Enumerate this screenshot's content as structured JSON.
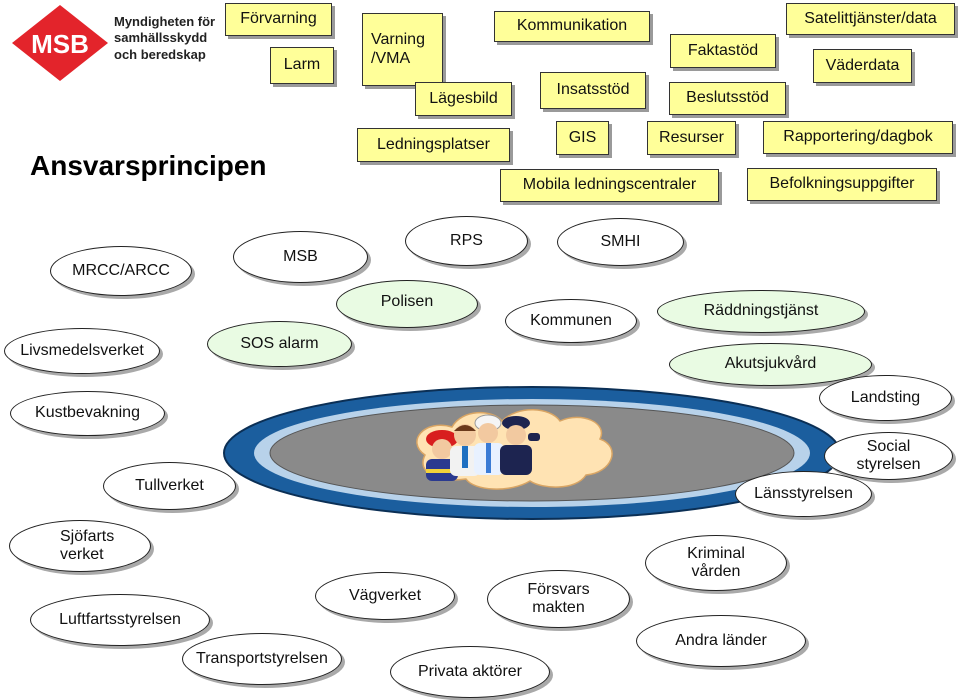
{
  "logo": {
    "abbr": "MSB",
    "text": "Myndigheten för\nsamhällsskydd\noch beredskap",
    "color": "#e3242b"
  },
  "title": "Ansvarsprincipen",
  "boxes": {
    "forvarning": "Förvarning",
    "larm": "Larm",
    "varning": "Varning\n/VMA",
    "lagesbild": "Lägesbild",
    "kommunikation": "Kommunikation",
    "insatsstod": "Insatsstöd",
    "faktastod": "Faktastöd",
    "beslutsstod": "Beslutsstöd",
    "satellit": "Satelittjänster/data",
    "vaderdata": "Väderdata",
    "ledningsplatser": "Ledningsplatser",
    "gis": "GIS",
    "resurser": "Resurser",
    "rapportering": "Rapportering/dagbok",
    "mobila": "Mobila ledningscentraler",
    "befolkning": "Befolkningsuppgifter"
  },
  "actors": {
    "mrcc": "MRCC/ARCC",
    "msb": "MSB",
    "rps": "RPS",
    "smhi": "SMHI",
    "polisen": "Polisen",
    "kommunen": "Kommunen",
    "raddning": "Räddningstjänst",
    "livsmedel": "Livsmedelsverket",
    "sosalarm": "SOS alarm",
    "akutsjukvard": "Akutsjukvård",
    "landsting": "Landsting",
    "kustbevakning": "Kustbevakning",
    "social": "Social\nstyrelsen",
    "tullverket": "Tullverket",
    "lansstyrelsen": "Länsstyrelsen",
    "sjofart": "Sjöfarts\nverket",
    "kriminal": "Kriminal\nvården",
    "forsvar": "Försvars\nmakten",
    "vagverket": "Vägverket",
    "luftfart": "Luftfartsstyrelsen",
    "andra": "Andra länder",
    "transport": "Transportstyrelsen",
    "privata": "Privata aktörer"
  },
  "colors": {
    "box_fill": "#ffff99",
    "green_fill": "#e9fbe3",
    "ring_blue": "#1b5e9e",
    "cloud_fill": "#ffe3b3"
  }
}
